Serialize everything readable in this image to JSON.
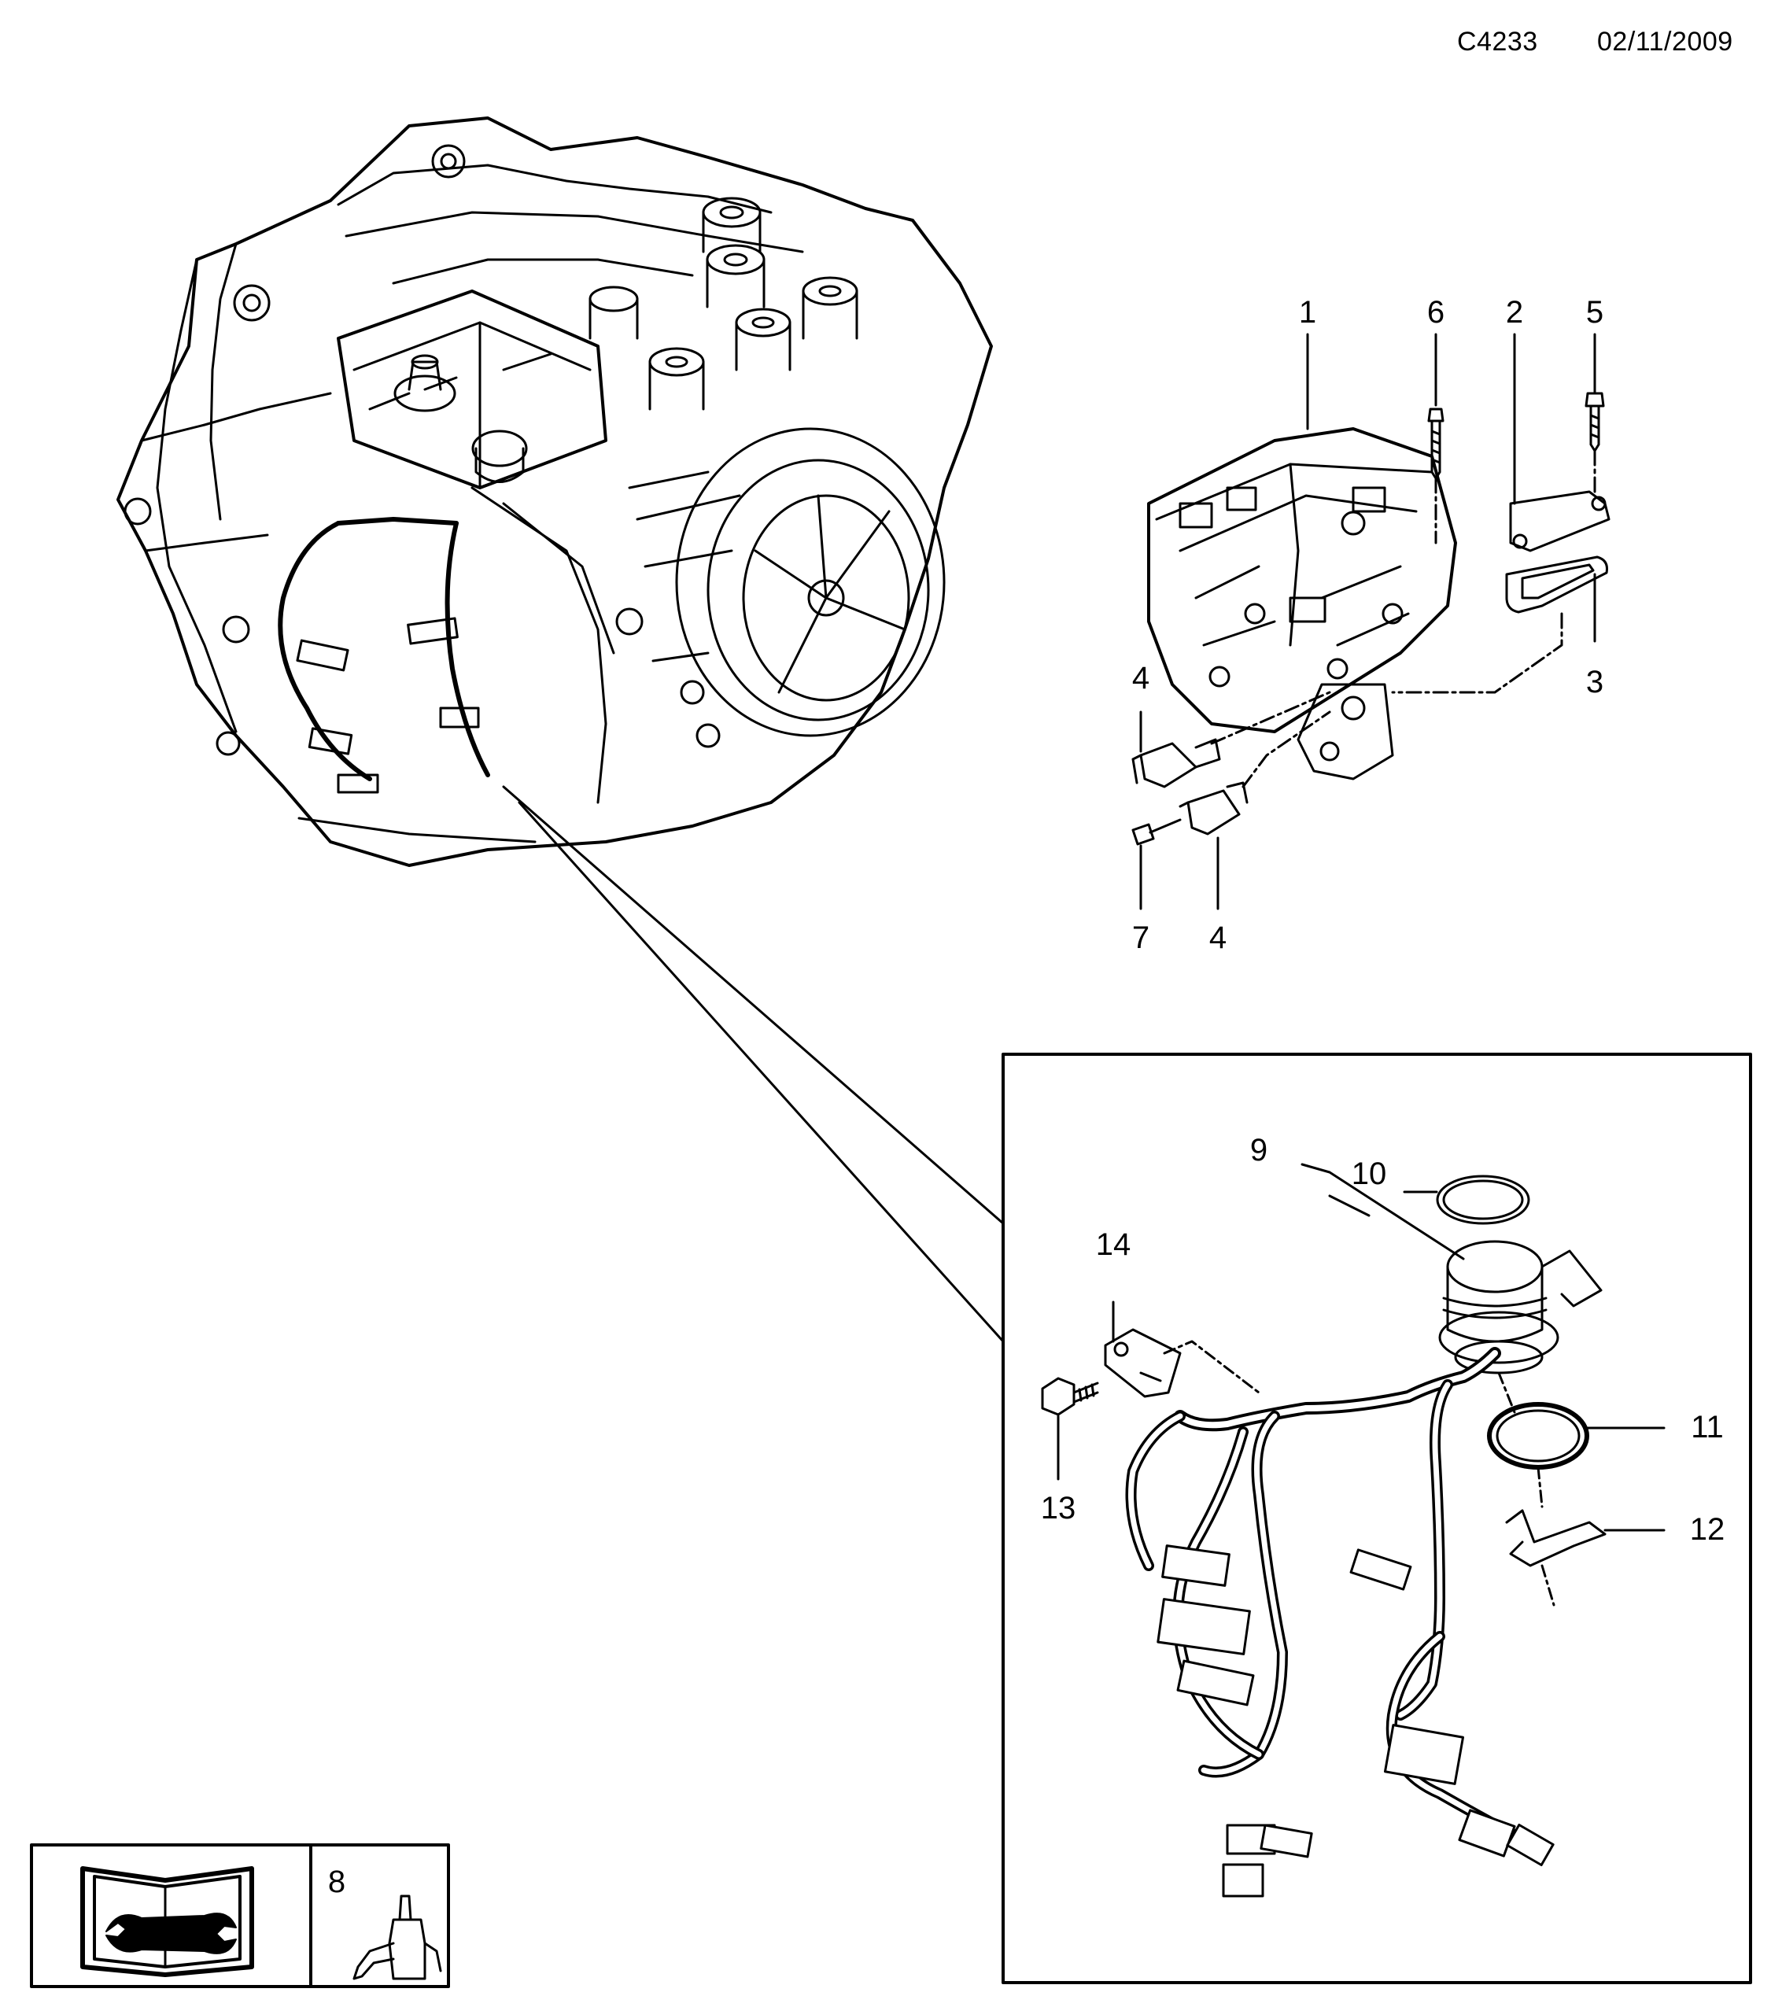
{
  "header": {
    "code": "C4233",
    "date": "02/11/2009"
  },
  "callouts": [
    "1",
    "6",
    "2",
    "5",
    "4",
    "3",
    "7",
    "4",
    "9",
    "10",
    "14",
    "11",
    "13",
    "12"
  ],
  "legend": {
    "item_number": "8",
    "manual_icon": "service-manual-book-wrench-icon",
    "tool_icon": "fluid-bottle-applicator-icon"
  },
  "colors": {
    "line": "#000000",
    "background": "#ffffff"
  }
}
